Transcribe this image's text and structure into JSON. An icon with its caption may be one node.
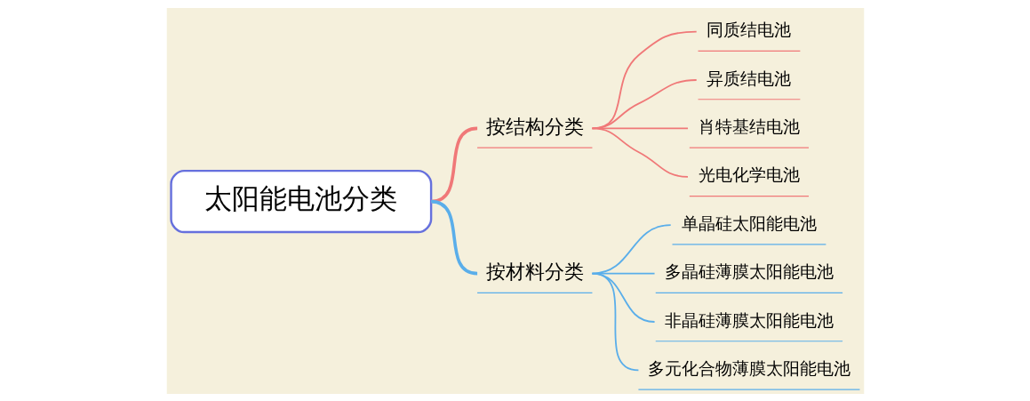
{
  "diagram": {
    "nodes": [
      {
        "text": [
          "太阳能电池分类"
        ]
      },
      {
        "text": [
          "按结构分类"
        ]
      },
      {
        "text": [
          "同质结电池"
        ]
      },
      {
        "text": [
          "异质结电池"
        ]
      },
      {
        "text": [
          "肖特基结电池"
        ]
      },
      {
        "text": [
          "光电化学电池"
        ]
      },
      {
        "text": [
          "按材料分类"
        ]
      },
      {
        "text": [
          "单晶硅太阳能电池"
        ]
      },
      {
        "text": [
          "多晶硅薄膜太阳能电池"
        ]
      },
      {
        "text": [
          "非晶硅薄膜太阳能电池"
        ]
      },
      {
        "text": [
          "多元化合物薄膜太阳能电池"
        ]
      }
    ],
    "edges": [
      {
        "from": 0,
        "to": 1,
        "arrow": "none",
        "color": "#f07878",
        "style": "thick"
      },
      {
        "from": 1,
        "to": 2,
        "arrow": "none",
        "color": "#f07878"
      },
      {
        "from": 1,
        "to": 3,
        "arrow": "none",
        "color": "#f07878"
      },
      {
        "from": 1,
        "to": 4,
        "arrow": "none",
        "color": "#f07878"
      },
      {
        "from": 1,
        "to": 5,
        "arrow": "none",
        "color": "#f07878"
      },
      {
        "from": 0,
        "to": 6,
        "arrow": "none",
        "color": "#5aaeea",
        "style": "thick"
      },
      {
        "from": 6,
        "to": 7,
        "arrow": "none",
        "color": "#5aaeea"
      },
      {
        "from": 6,
        "to": 8,
        "arrow": "none",
        "color": "#5aaeea"
      },
      {
        "from": 6,
        "to": 9,
        "arrow": "none",
        "color": "#5aaeea"
      },
      {
        "from": 6,
        "to": 10,
        "arrow": "none",
        "color": "#5aaeea"
      }
    ]
  }
}
